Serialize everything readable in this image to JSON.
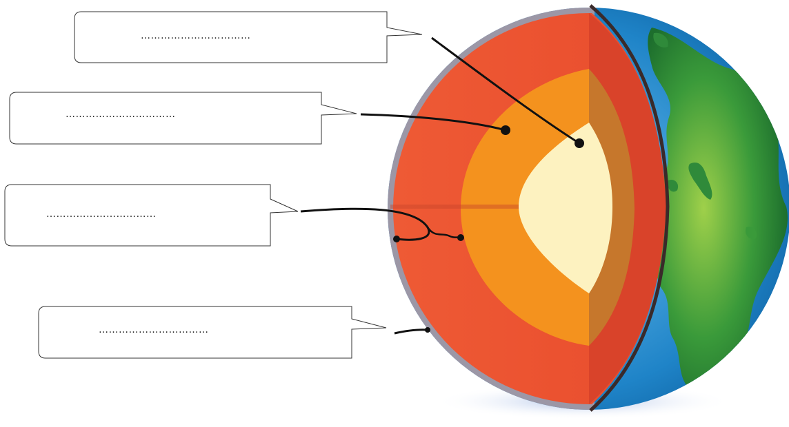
{
  "title": "",
  "labels": [
    {
      "id": "inner-core",
      "text": "……………………………"
    },
    {
      "id": "outer-core",
      "text": "……………………………"
    },
    {
      "id": "mantle",
      "text": "……………………………"
    },
    {
      "id": "crust",
      "text": "……………………………"
    }
  ],
  "colors": {
    "crust": "#9c97a6",
    "mantle": "#ef5533",
    "outer_core": "#f4921e",
    "inner_core": "#fdf2c0",
    "ocean": "#1f84c8",
    "land": "#2f9a3f",
    "leader": "#111111"
  }
}
